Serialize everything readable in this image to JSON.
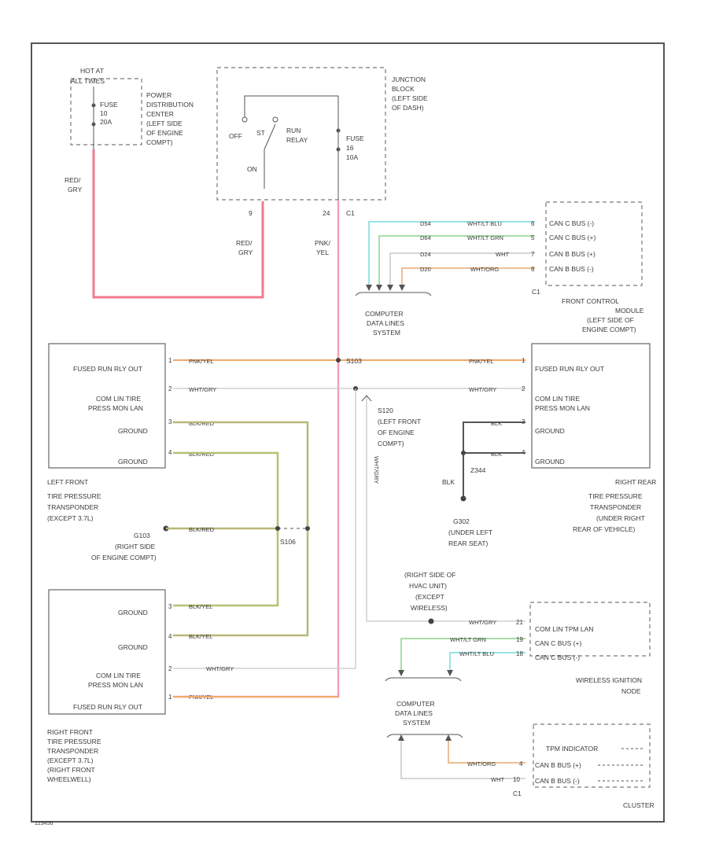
{
  "colors": {
    "red_gry": "#f07a8c",
    "pnk_yel": "#f4a0b4",
    "pnk_yel_orange": "#f0a868",
    "wht_gry": "#c8c8c8",
    "blk": "#555555",
    "blk_red": "#b8b878",
    "blk_yel": "#b8c070",
    "wht_lt_blu": "#7ad8d8",
    "wht_lt_grn": "#8ad48a",
    "wht": "#c8c8c8",
    "wht_org": "#e8a870"
  },
  "labels": {
    "hot_at": "HOT AT",
    "all_times": "ALL TIMES",
    "fuse_10": "FUSE",
    "fuse_10_num": "10",
    "fuse_10_amp": "20A",
    "pdc_1": "POWER",
    "pdc_2": "DISTRIBUTION",
    "pdc_3": "CENTER",
    "pdc_4": "(LEFT SIDE",
    "pdc_5": "OF ENGINE",
    "pdc_6": "COMPT)",
    "wire_red_1": "RED/",
    "wire_red_2": "GRY",
    "jb_1": "JUNCTION",
    "jb_2": "BLOCK",
    "jb_3": "(LEFT SIDE",
    "jb_4": "OF DASH)",
    "run_relay_1": "RUN",
    "run_relay_2": "RELAY",
    "sw_off": "OFF",
    "sw_st": "ST",
    "sw_on": "ON",
    "jb_fuse": "FUSE",
    "jb_fuse_num": "16",
    "jb_fuse_amp": "10A",
    "pin_9": "9",
    "pin_24": "24",
    "conn_c1": "C1",
    "wire_red2_1": "RED/",
    "wire_red2_2": "GRY",
    "wire_pnk_1": "PNK/",
    "wire_pnk_2": "YEL",
    "fcm_w1_circ": "D54",
    "fcm_w1_color": "WHT/LT BLU",
    "fcm_w1_pin": "6",
    "fcm_w2_circ": "D64",
    "fcm_w2_color": "WHT/LT GRN",
    "fcm_w2_pin": "5",
    "fcm_w3_circ": "D24",
    "fcm_w3_color": "WHT",
    "fcm_w3_pin": "7",
    "fcm_w4_circ": "D20",
    "fcm_w4_color": "WHT/ORG",
    "fcm_w4_pin": "8",
    "fcm_r1": "CAN C BUS (-)",
    "fcm_r2": "CAN C BUS (+)",
    "fcm_r3": "CAN B BUS (+)",
    "fcm_r4": "CAN B BUS (-)",
    "fcm_c1": "C1",
    "fcm_1": "FRONT CONTROL",
    "fcm_2": "MODULE",
    "fcm_3": "(LEFT SIDE OF",
    "fcm_4": "ENGINE COMPT)",
    "cdl_1": "COMPUTER",
    "cdl_2": "DATA LINES",
    "cdl_3": "SYSTEM",
    "lf_r1": "FUSED RUN RLY OUT",
    "lf_r2a": "COM LIN TIRE",
    "lf_r2b": "PRESS MON LAN",
    "lf_r3": "GROUND",
    "lf_r4": "GROUND",
    "lf_pin1": "1",
    "lf_pin2": "2",
    "lf_pin3": "3",
    "lf_pin4": "4",
    "lf_w1": "PNK/YEL",
    "lf_w2": "WHT/GRY",
    "lf_w3": "BLK/RED",
    "lf_w4": "BLK/RED",
    "lf_1": "LEFT FRONT",
    "lf_2": "TIRE PRESSURE",
    "lf_3": "TRANSPONDER",
    "lf_4": "(EXCEPT 3.7L)",
    "splice_s103": "S103",
    "rr_w1": "PNK/YEL",
    "rr_w2": "WHT/GRY",
    "rr_pin1": "1",
    "rr_pin2": "2",
    "rr_pin3": "3",
    "rr_pin4": "4",
    "rr_w3": "BLK",
    "rr_w4": "BLK",
    "rr_r1": "FUSED RUN RLY OUT",
    "rr_r2a": "COM LIN TIRE",
    "rr_r2b": "PRESS MON LAN",
    "rr_r3": "GROUND",
    "rr_r4": "GROUND",
    "s120_1": "S120",
    "s120_2": "(LEFT FRONT",
    "s120_3": "OF ENGINE",
    "s120_4": "COMPT)",
    "z_circ": "Z344",
    "blk_vert": "BLK",
    "g302_1": "G302",
    "g302_2": "(UNDER LEFT",
    "g302_3": "REAR SEAT)",
    "rr_1": "RIGHT REAR",
    "rr_2": "TIRE PRESSURE",
    "rr_3": "TRANSPONDER",
    "rr_4": "(UNDER RIGHT",
    "rr_5": "REAR OF VEHICLE)",
    "wht_gry_vert": "WHT/GRY",
    "g103_1": "G103",
    "g103_2": "(RIGHT SIDE",
    "g103_3": "OF ENGINE COMPT)",
    "g103_w": "BLK/RED",
    "s106": "S106",
    "hvac_1": "(RIGHT SIDE OF",
    "hvac_2": "HVAC UNIT)",
    "hvac_3": "(EXCEPT",
    "hvac_4": "WIRELESS)",
    "rf_r1": "GROUND",
    "rf_r2": "GROUND",
    "rf_r3a": "COM LIN TIRE",
    "rf_r3b": "PRESS MON LAN",
    "rf_r4": "FUSED RUN RLY OUT",
    "rf_pin3": "3",
    "rf_pin4": "4",
    "rf_pin2": "2",
    "rf_pin1": "1",
    "rf_w3": "BLK/YEL",
    "rf_w4": "BLK/YEL",
    "rf_w2": "WHT/GRY",
    "rf_w1": "PNK/YEL",
    "rf_1": "RIGHT FRONT",
    "rf_2": "TIRE PRESSURE",
    "rf_3": "TRANSPONDER",
    "rf_4": "(EXCEPT 3.7L)",
    "rf_5": "(RIGHT FRONT",
    "rf_6": "WHEELWELL)",
    "win_w1": "WHT/GRY",
    "win_w2": "WHT/LT GRN",
    "win_w3": "WHT/LT BLU",
    "win_pin1": "21",
    "win_pin2": "19",
    "win_pin3": "18",
    "win_r1": "COM LIN TPM LAN",
    "win_r2": "CAN C BUS (+)",
    "win_r3": "CAN C BUS (-)",
    "win_1": "WIRELESS IGNITION",
    "win_2": "NODE",
    "cdl2_1": "COMPUTER",
    "cdl2_2": "DATA LINES",
    "cdl2_3": "SYSTEM",
    "cl_w1": "WHT/ORG",
    "cl_w2": "WHT",
    "cl_pin1": "4",
    "cl_pin2": "10",
    "cl_r1": "TPM INDICATOR",
    "cl_r2": "CAN B BUS (+)",
    "cl_r3": "CAN B BUS (-)",
    "cl_c1": "C1",
    "cluster": "CLUSTER",
    "fig_id": "123456"
  }
}
